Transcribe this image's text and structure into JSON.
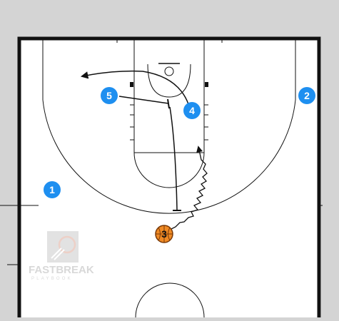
{
  "players": [
    {
      "id": "player-1",
      "label": "1",
      "role": "offense",
      "color": "#1e8ff0"
    },
    {
      "id": "player-2",
      "label": "2",
      "role": "offense",
      "color": "#1e8ff0"
    },
    {
      "id": "player-3",
      "label": "3",
      "role": "ball-handler",
      "color": "#f08a24"
    },
    {
      "id": "player-4",
      "label": "4",
      "role": "offense",
      "color": "#1e8ff0"
    },
    {
      "id": "player-5",
      "label": "5",
      "role": "offense",
      "color": "#1e8ff0"
    }
  ],
  "watermark": {
    "line1": "FASTBREAK",
    "line2": "PLAYBOOK"
  },
  "colors": {
    "background": "#d4d4d4",
    "court": "#ffffff",
    "lines": "#111111",
    "offense": "#1e8ff0",
    "ball": "#f08a24"
  }
}
